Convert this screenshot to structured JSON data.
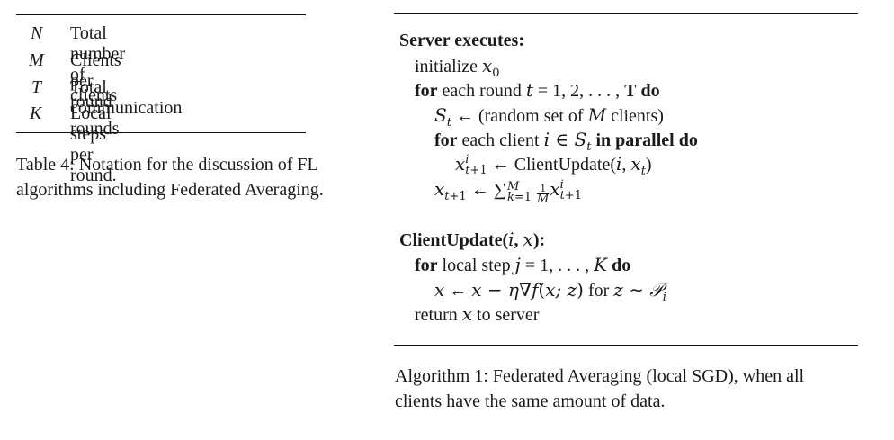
{
  "notation_table": {
    "rows": [
      {
        "symbol": "N",
        "definition": "Total number of clients"
      },
      {
        "symbol": "M",
        "definition": "Clients per round"
      },
      {
        "symbol": "T",
        "definition": "Total communication rounds"
      },
      {
        "symbol": "K",
        "definition": "Local steps per round."
      }
    ],
    "caption_line1": "Table 4: Notation for the discussion of FL",
    "caption_line2": "algorithms including Federated Averaging."
  },
  "algorithm": {
    "server_header": "Server executes:",
    "initialize_text": "initialize",
    "kw_for": "for",
    "each_round_text": "each round",
    "round_values": "= 1, 2, . . . ,",
    "T_upper": "T",
    "kw_do": "do",
    "random_set_text": "(random set of",
    "clients_paren": "clients)",
    "each_client_text": "each client",
    "kw_in_parallel": "in parallel",
    "kw_do2": "do",
    "client_update_fn": "ClientUpdate",
    "client_update_header": "ClientUpdate",
    "local_step_text": "local step",
    "local_step_values": "= 1, . . . ,",
    "for_text": "for",
    "return_text": "return",
    "to_server_text": "to server",
    "caption_line1": "Algorithm 1: Federated Averaging (local SGD), when all",
    "caption_line2": "clients have the same amount of data."
  }
}
